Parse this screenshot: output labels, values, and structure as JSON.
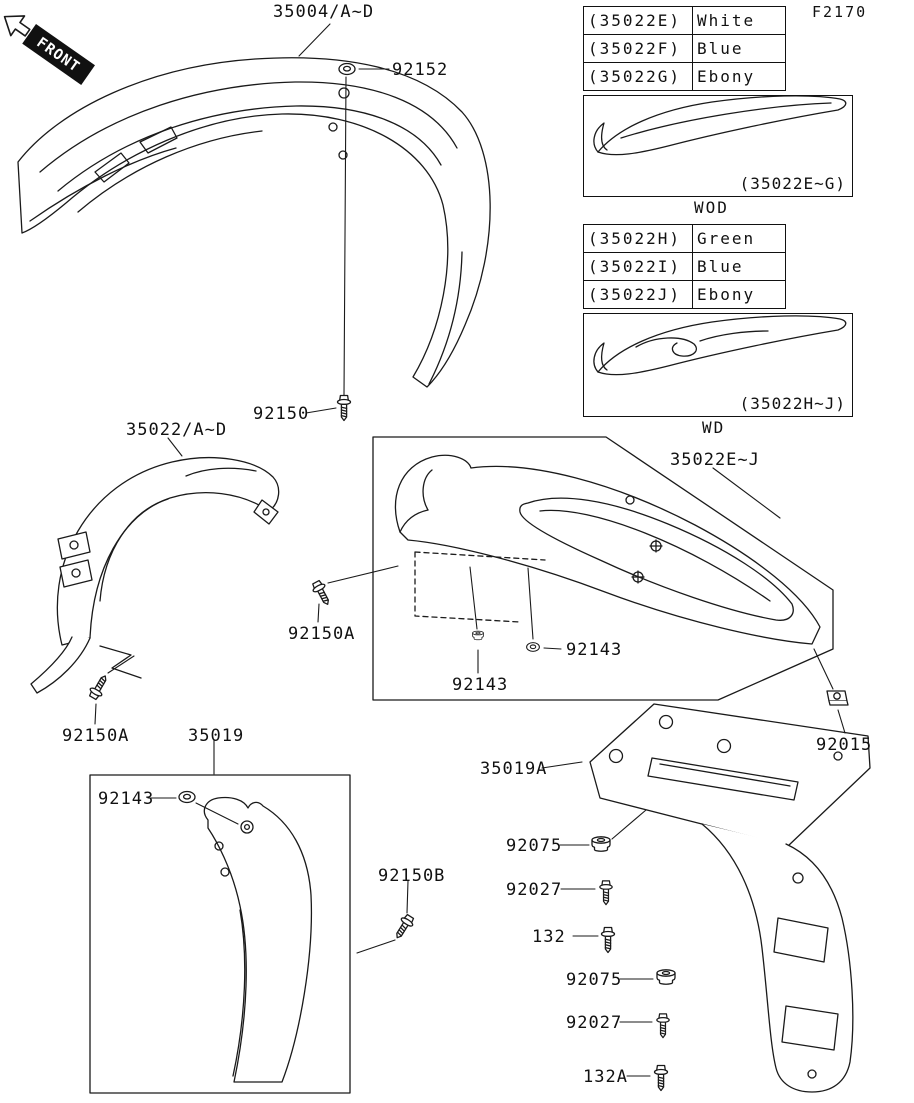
{
  "figure": {
    "code": "F2170",
    "front_label": "FRONT"
  },
  "color_tables": [
    {
      "rows": [
        {
          "part": "(35022E)",
          "color": "White"
        },
        {
          "part": "(35022F)",
          "color": "Blue"
        },
        {
          "part": "(35022G)",
          "color": "Ebony"
        }
      ],
      "caption": "(35022E~G)",
      "footnote": "WOD"
    },
    {
      "rows": [
        {
          "part": "(35022H)",
          "color": "Green"
        },
        {
          "part": "(35022I)",
          "color": "Blue"
        },
        {
          "part": "(35022J)",
          "color": "Ebony"
        }
      ],
      "caption": "(35022H~J)",
      "footnote": "WD"
    }
  ],
  "callouts": {
    "front_fender": "35004/A~D",
    "washer_92152": "92152",
    "bolt_92150": "92150",
    "inner_fender": "35022/A~D",
    "bolt_92150a_upper": "92150A",
    "bolt_92150a_lower": "92150A",
    "rear_fender": "35022E~J",
    "grommet_92143_right": "92143",
    "damper_92143_center": "92143",
    "clip_92015": "92015",
    "mud_flap": "35019",
    "washer_92143_flap": "92143",
    "bolt_92150b": "92150B",
    "bracket": "35019A",
    "damper_92075_upper": "92075",
    "bolt_92027_upper": "92027",
    "screw_132": "132",
    "damper_92075_lower": "92075",
    "bolt_92027_lower": "92027",
    "screw_132a": "132A"
  }
}
